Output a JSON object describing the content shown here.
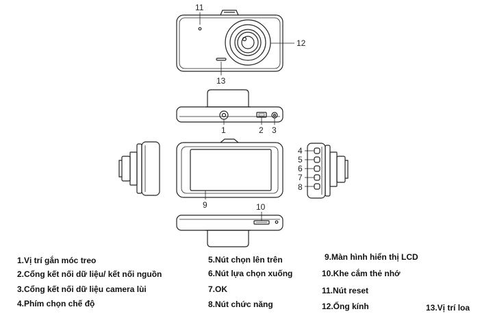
{
  "callouts": {
    "c1": "1",
    "c2": "2",
    "c3": "3",
    "c4": "4",
    "c5": "5",
    "c6": "6",
    "c7": "7",
    "c8": "8",
    "c9": "9",
    "c10": "10",
    "c11": "11",
    "c12": "12",
    "c13": "13"
  },
  "legend": {
    "l1": "1.Vị trí gắn móc treo",
    "l2": "2.Cổng kết nối dữ liệu/ kết nối nguồn",
    "l3": "3.Cổng kết nối dữ liệu camera lùi",
    "l4": "4.Phím chọn chế độ",
    "l5": "5.Nút chọn lên trên",
    "l6": "6.Nút lựa chọn xuống",
    "l7": "7.OK",
    "l8": "8.Nút chức năng",
    "l9": "9.Màn hình hiển thị LCD",
    "l10": "10.Khe cắm thẻ nhớ",
    "l11": "11.Nút reset",
    "l12": "12.Ống kính",
    "l13": "13.Vị trí loa"
  }
}
